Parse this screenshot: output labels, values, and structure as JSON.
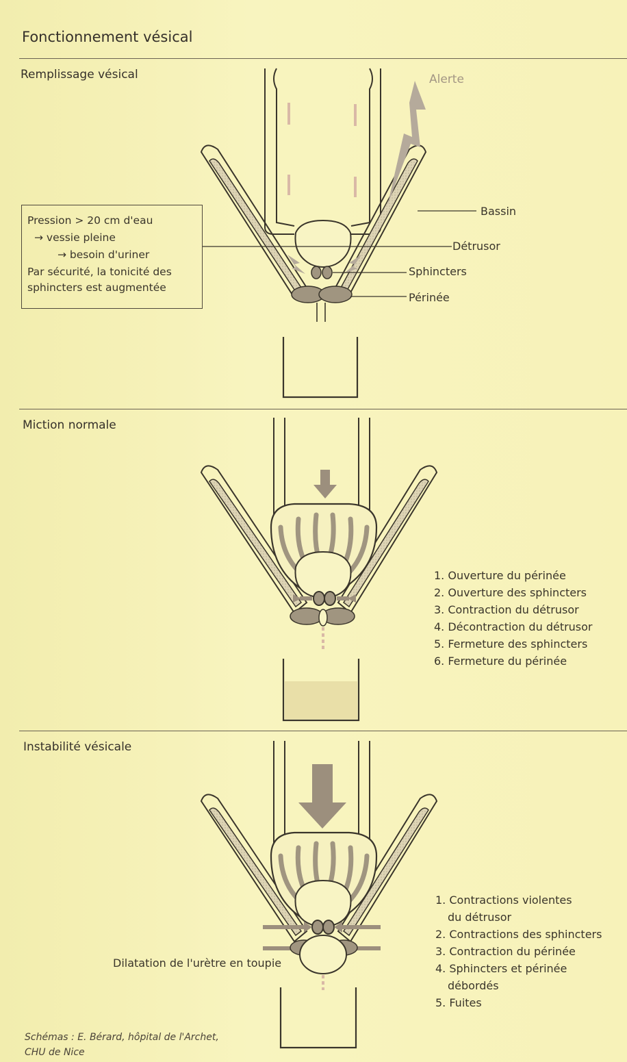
{
  "title": "Fonctionnement vésical",
  "sections": {
    "filling": {
      "title": "Remplissage vésical",
      "alert": "Alerte",
      "info": [
        "Pression > 20 cm d'eau",
        "→ vessie pleine",
        "→ besoin d'uriner",
        "Par sécurité, la tonicité des",
        "sphincters est augmentée"
      ],
      "labels": {
        "bassin": "Bassin",
        "detrusor": "Détrusor",
        "sphincters": "Sphincters",
        "perinee": "Périnée"
      }
    },
    "normal": {
      "title": "Miction normale",
      "steps": [
        "1. Ouverture du périnée",
        "2. Ouverture des sphincters",
        "3. Contraction du détrusor",
        "4. Décontraction du détrusor",
        "5. Fermeture des sphincters",
        "6. Fermeture du périnée"
      ]
    },
    "unstable": {
      "title": "Instabilité vésicale",
      "urethra_label": "Dilatation de l'urètre en toupie",
      "steps": [
        "1. Contractions violentes",
        "du détrusor",
        "2. Contractions des sphincters",
        "3. Contraction du périnée",
        "4. Sphincters et périnée",
        "débordés",
        "5. Fuites"
      ]
    }
  },
  "credit": {
    "line1": "Schémas : E. Bérard, hôpital de l'Archet,",
    "line2": "CHU de Nice"
  },
  "colors": {
    "background": "#f6f2b6",
    "line": "#3a352b",
    "organ_fill": "#a09580",
    "bone_fill": "#d8cfb0",
    "arrow": "#9c8f7d",
    "alert": "#b5aa9b"
  }
}
